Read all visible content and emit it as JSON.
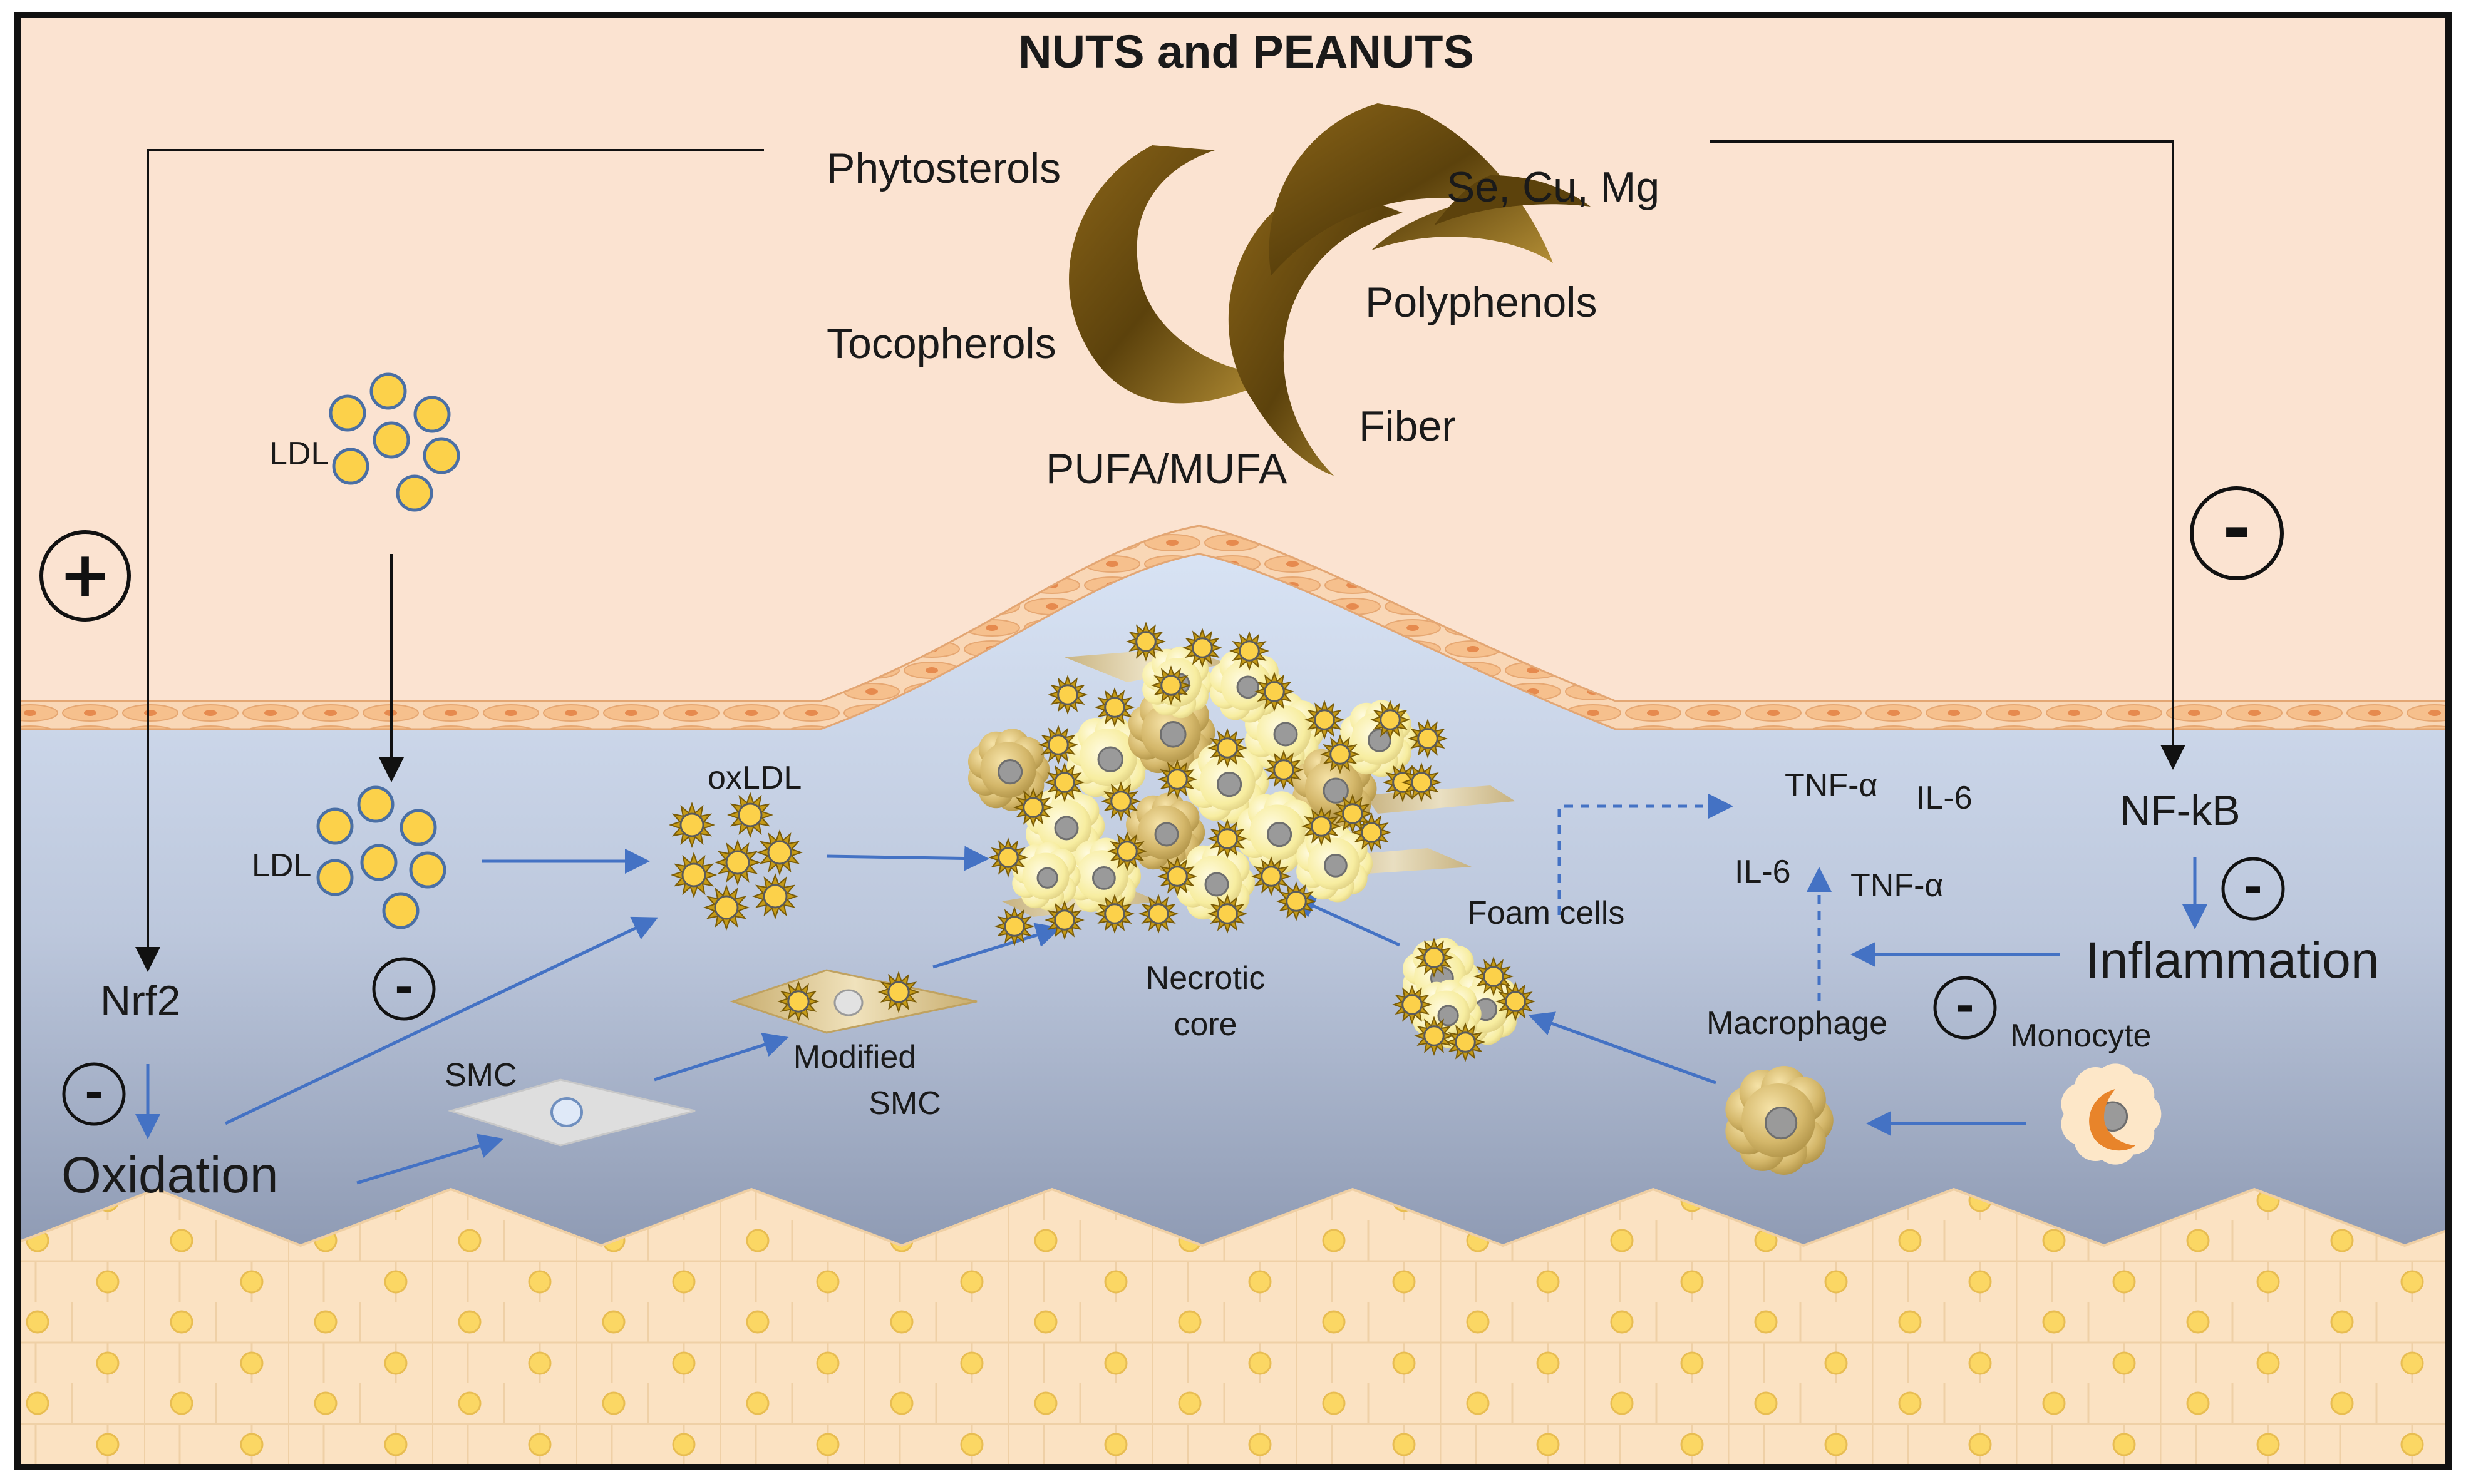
{
  "title": "NUTS and PEANUTS",
  "nut_components": {
    "phytosterols": "Phytosterols",
    "tocopherols": "Tocopherols",
    "pufa_mufa": "PUFA/MUFA",
    "minerals": "Se, Cu, Mg",
    "polyphenols": "Polyphenols",
    "fiber": "Fiber"
  },
  "lumen": {
    "ldl_label": "LDL",
    "plus_sign": "+",
    "minus_sign": "-"
  },
  "intima": {
    "ldl_label": "LDL",
    "oxldl_label": "oxLDL",
    "smc_label": "SMC",
    "modified_smc_label": [
      "Modified",
      "SMC"
    ],
    "necrotic_core_label": [
      "Necrotic",
      "core"
    ],
    "foam_cells_label": "Foam cells",
    "macrophage_label": "Macrophage",
    "monocyte_label": "Monocyte",
    "cytokines_top": [
      "TNF-α",
      "IL-6"
    ],
    "cytokines_bottom": [
      "IL-6",
      "TNF-α"
    ],
    "nrf2_label": "Nrf2",
    "oxidation_label": "Oxidation",
    "nfkb_label": "NF-kB",
    "inflammation_label": "Inflammation",
    "minus_sign": "-"
  },
  "colors": {
    "lumen_bg": "#fbe3d1",
    "intima_top": "#d6e1f2",
    "intima_bottom": "#98a4bc",
    "media_bg": "#fbe1c0",
    "nut_brown": "#6b4e10",
    "nut_highlight": "#b38e2a",
    "ldl_fill": "#fcd14a",
    "ldl_stroke": "#5577aa",
    "arrow_blue": "#4472c4",
    "endothelium": "#f4c59a"
  }
}
